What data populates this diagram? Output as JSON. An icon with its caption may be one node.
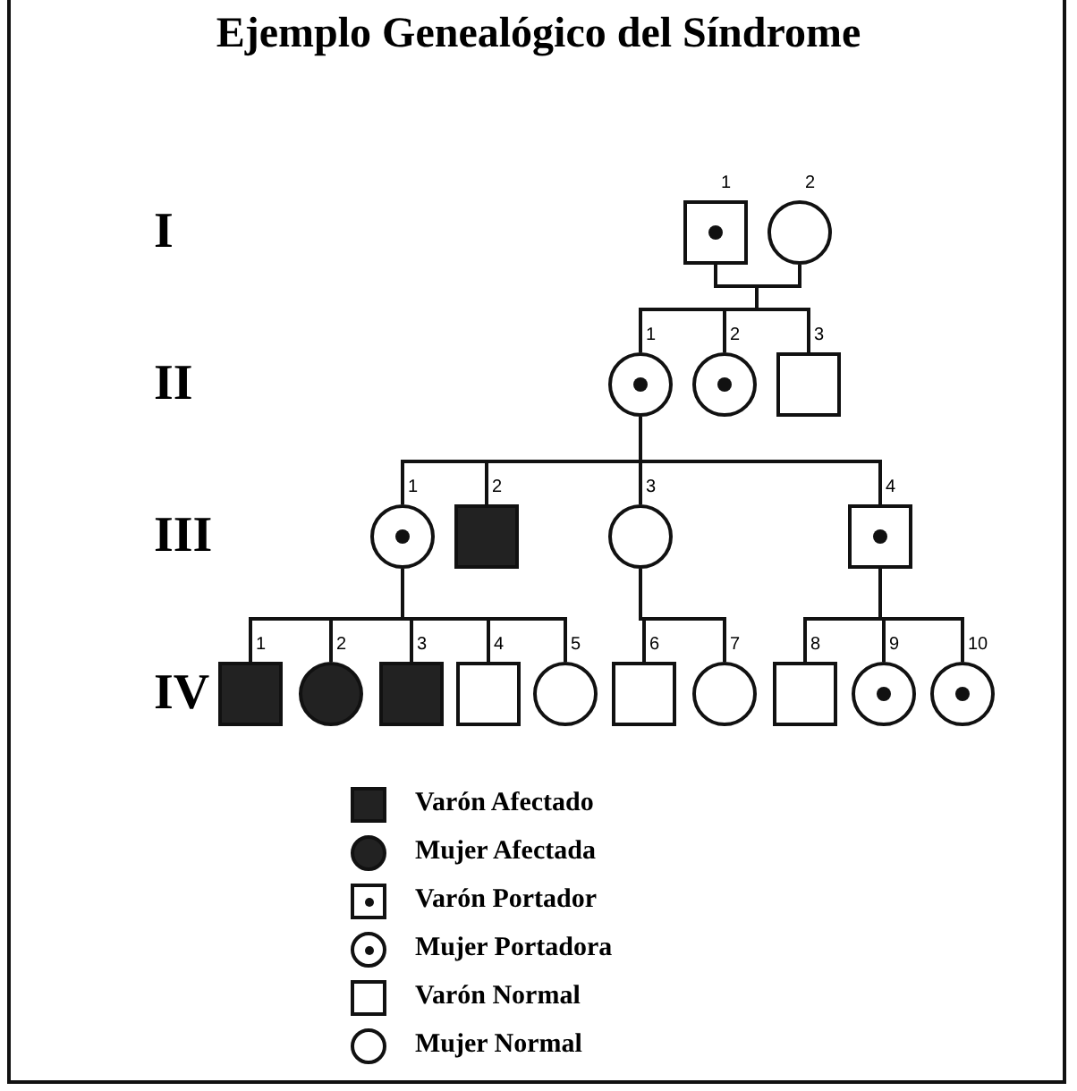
{
  "diagram": {
    "title": "Ejemplo Genealógico del Síndrome",
    "nodes": [
      {
        "text": [],
        "shape": "box",
        "beside": [
          "1"
        ]
      },
      {
        "text": [],
        "shape": "circle",
        "beside": [
          "2"
        ]
      },
      {
        "text": [],
        "shape": "circle",
        "beside": [
          "1"
        ]
      },
      {
        "text": [],
        "shape": "circle",
        "beside": [
          "2"
        ]
      },
      {
        "text": [],
        "shape": "box",
        "beside": [
          "3"
        ]
      },
      {
        "text": [],
        "shape": "circle",
        "beside": [
          "1"
        ]
      },
      {
        "text": [],
        "shape": "box",
        "beside": [
          "2"
        ]
      },
      {
        "text": [],
        "shape": "circle",
        "beside": [
          "3"
        ]
      },
      {
        "text": [],
        "shape": "box",
        "beside": [
          "4"
        ]
      },
      {
        "text": [],
        "shape": "box",
        "beside": [
          "1"
        ]
      },
      {
        "text": [],
        "shape": "circle",
        "beside": [
          "2"
        ]
      },
      {
        "text": [],
        "shape": "box",
        "beside": [
          "3"
        ]
      },
      {
        "text": [],
        "shape": "box",
        "beside": [
          "4"
        ]
      },
      {
        "text": [],
        "shape": "circle",
        "beside": [
          "5"
        ]
      },
      {
        "text": [],
        "shape": "box",
        "beside": [
          "6"
        ]
      },
      {
        "text": [],
        "shape": "circle",
        "beside": [
          "7"
        ]
      },
      {
        "text": [],
        "shape": "box",
        "beside": [
          "8"
        ]
      },
      {
        "text": [],
        "shape": "circle",
        "beside": [
          "9"
        ]
      },
      {
        "text": [],
        "shape": "circle",
        "beside": [
          "10"
        ]
      }
    ],
    "edges": [
      {
        "from": 0,
        "to": 2,
        "arrow": "none"
      },
      {
        "from": 0,
        "to": 3,
        "arrow": "none"
      },
      {
        "from": 0,
        "to": 4,
        "arrow": "none"
      },
      {
        "from": 1,
        "to": 2,
        "arrow": "none"
      },
      {
        "from": 1,
        "to": 3,
        "arrow": "none"
      },
      {
        "from": 1,
        "to": 4,
        "arrow": "none"
      },
      {
        "from": 2,
        "to": 5,
        "arrow": "none"
      },
      {
        "from": 2,
        "to": 6,
        "arrow": "none"
      },
      {
        "from": 2,
        "to": 7,
        "arrow": "none"
      },
      {
        "from": 2,
        "to": 8,
        "arrow": "none"
      },
      {
        "from": 5,
        "to": 9,
        "arrow": "none"
      },
      {
        "from": 5,
        "to": 10,
        "arrow": "none"
      },
      {
        "from": 5,
        "to": 11,
        "arrow": "none"
      },
      {
        "from": 5,
        "to": 12,
        "arrow": "none"
      },
      {
        "from": 5,
        "to": 13,
        "arrow": "none"
      },
      {
        "from": 7,
        "to": 14,
        "arrow": "none"
      },
      {
        "from": 7,
        "to": 15,
        "arrow": "none"
      },
      {
        "from": 8,
        "to": 16,
        "arrow": "none"
      },
      {
        "from": 8,
        "to": 17,
        "arrow": "none"
      },
      {
        "from": 8,
        "to": 18,
        "arrow": "none"
      }
    ],
    "labels": [
      "I",
      "II",
      "III",
      "IV"
    ],
    "legend": [
      {
        "text": "Varón Afectado"
      },
      {
        "text": "Mujer Afectada"
      },
      {
        "text": "Varón Portador"
      },
      {
        "text": "Mujer Portadora"
      },
      {
        "text": "Varón Normal"
      },
      {
        "text": "Mujer Normal"
      }
    ]
  }
}
